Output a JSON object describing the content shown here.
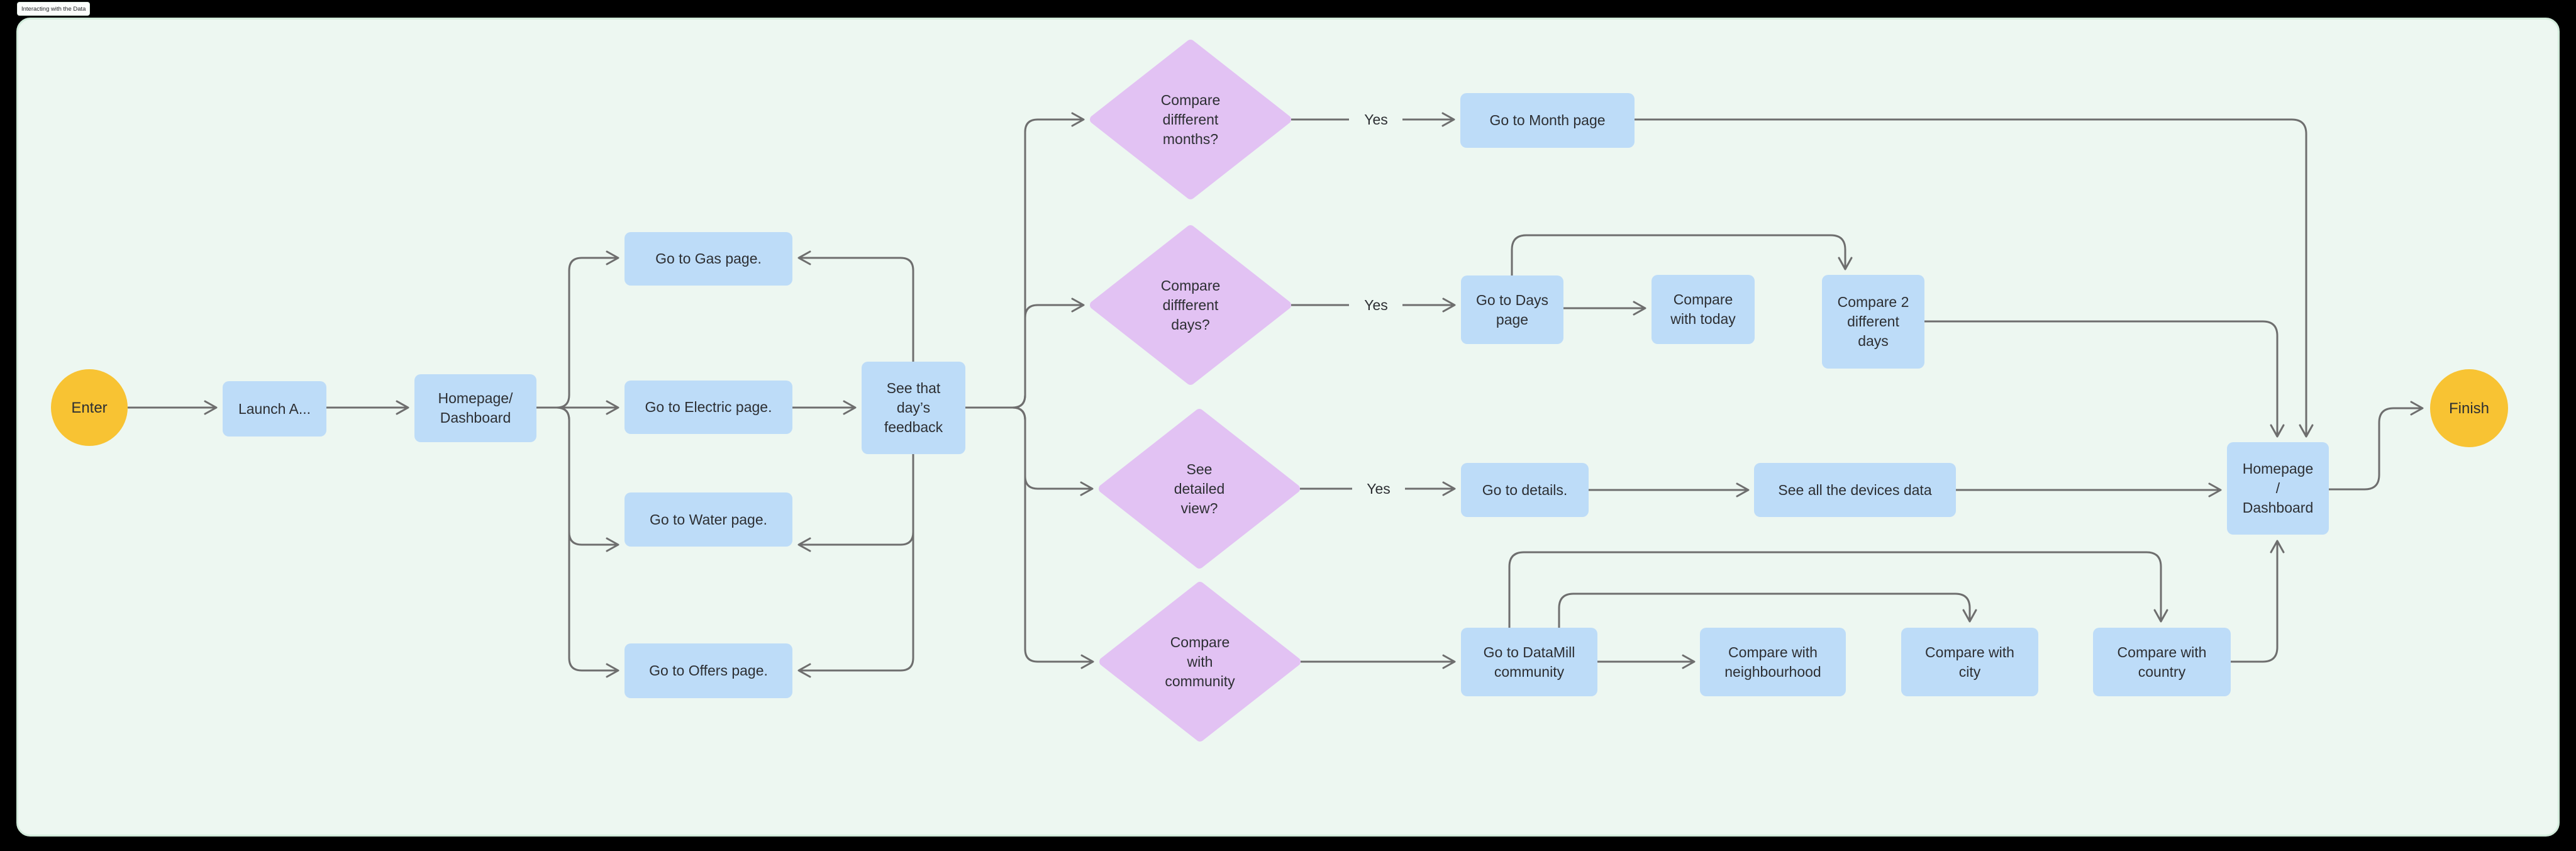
{
  "canvas": {
    "tab_label": "Interacting with the Data"
  },
  "colors": {
    "background": "#000000",
    "canvas_fill": "#edf7f1",
    "canvas_border": "#d2ebdb",
    "process_fill": "#bddcf8",
    "decision_fill": "#e2c2f3",
    "terminal_fill": "#f8c333",
    "connector": "#6e6e6e",
    "text": "#2d2f33"
  },
  "flow": {
    "start": {
      "label": "Enter"
    },
    "finish": {
      "label": "Finish"
    },
    "yes_label": "Yes",
    "nodes": {
      "launch": {
        "label": "Launch A..."
      },
      "homepage": {
        "label": "Homepage/\nDashboard"
      },
      "gas": {
        "label": "Go to Gas page."
      },
      "electric": {
        "label": "Go to Electric page."
      },
      "water": {
        "label": "Go to Water page."
      },
      "offers": {
        "label": "Go to Offers page."
      },
      "feedback": {
        "label": "See that\nday’s\nfeedback"
      },
      "month_page": {
        "label": "Go to Month page"
      },
      "days_page": {
        "label": "Go to Days\npage"
      },
      "compare_today": {
        "label": "Compare\nwith today"
      },
      "compare_two_days": {
        "label": "Compare 2\ndifferent\ndays"
      },
      "details": {
        "label": "Go to details."
      },
      "devices": {
        "label": "See all the devices data"
      },
      "datamill": {
        "label": "Go to DataMill\ncommunity"
      },
      "neighbourhood": {
        "label": "Compare with\nneighbourhood"
      },
      "city": {
        "label": "Compare with\ncity"
      },
      "country": {
        "label": "Compare with\ncountry"
      },
      "homepage_final": {
        "label": "Homepage\n/\nDashboard"
      }
    },
    "decisions": {
      "months": {
        "label": "Compare\ndiffferent\nmonths?"
      },
      "days": {
        "label": "Compare\ndiffferent\ndays?"
      },
      "detail": {
        "label": "See\ndetailed\nview?"
      },
      "community": {
        "label": "Compare\nwith\ncommunity"
      }
    }
  }
}
